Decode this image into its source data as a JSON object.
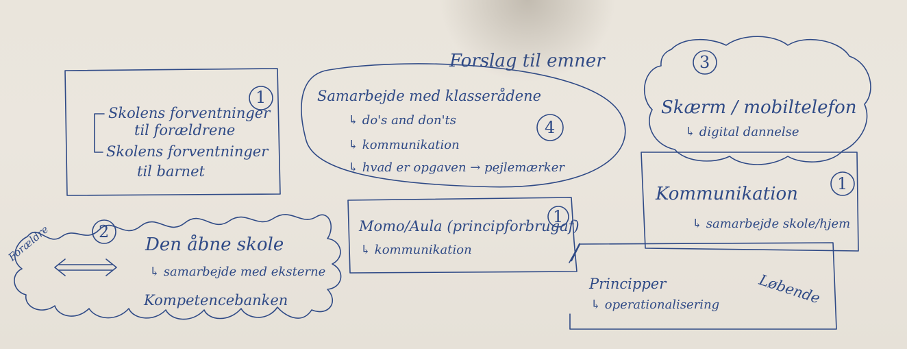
{
  "title": "Forslag til emner",
  "topics": [
    {
      "number": "1",
      "lines": [
        "Skolens forventninger",
        "til forældrene",
        "Skolens forventninger",
        "til barnet"
      ]
    },
    {
      "number": "4",
      "heading": "Samarbejde med klasserådene",
      "lines": [
        "↳ do's and don'ts",
        "↳ kommunikation",
        "↳ hvad er opgaven → pejlemærker"
      ]
    },
    {
      "number": "3",
      "heading": "Skærm / mobiltelefon",
      "lines": [
        "↳ digital dannelse"
      ]
    },
    {
      "number": "1",
      "heading": "Kommunikation",
      "lines": [
        "↳ samarbejde skole/hjem"
      ]
    },
    {
      "number": "1",
      "heading": "Momo/Aula (principforbrugaf)",
      "lines": [
        "↳ kommunikation"
      ]
    },
    {
      "number": "2",
      "side_label": "Forældre",
      "arrow": "⟺",
      "heading": "Den åbne skole",
      "lines": [
        "↳ samarbejde med eksterne",
        "Kompetencebanken"
      ]
    },
    {
      "heading": "Principper",
      "lines": [
        "↳ operationalisering"
      ],
      "tag": "Løbende"
    }
  ],
  "colors": {
    "ink": "#2f4a86",
    "paper": "#ebe6de"
  }
}
